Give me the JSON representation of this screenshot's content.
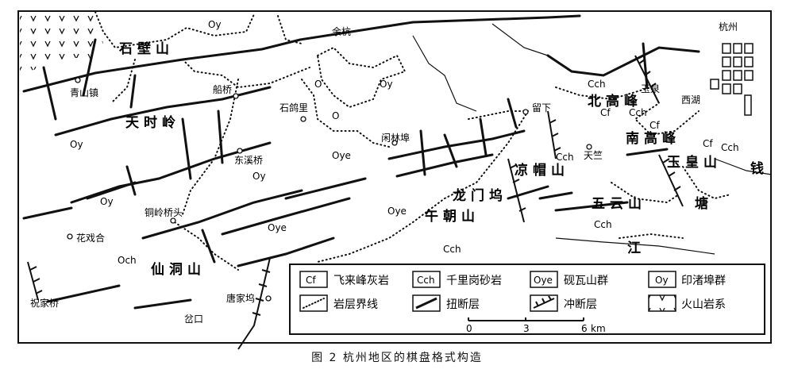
{
  "caption": "图 2   杭州地区的棋盘格式构造",
  "places": {
    "yuhang": "余杭",
    "hangzhou": "杭州",
    "qingshanzhen": "青山镇",
    "chuanqiao": "船桥",
    "shigeli": "石鸽里",
    "dongxiqiao": "东溪桥",
    "xianlinbu": "闲林埠",
    "liuxia": "留下",
    "yuquan": "玉泉",
    "xihu": "西湖",
    "tianzhu": "天竺",
    "tonglingqiaotou": "铜岭桥头",
    "huaxihe": "花戏合",
    "zhujiaqiao": "祝家桥",
    "tangjiawu": "唐家坞",
    "chakou": "岔口"
  },
  "mountains": {
    "shibishan": "石壁山",
    "tianshiling": "天时岭",
    "beigaofeng": "北高峰",
    "nangaofeng": "南高峰",
    "yuhuangshan": "玉皇山",
    "liangmaoshan": "凉帽山",
    "longmenwu": "龙门坞",
    "wuchaoshan": "午朝山",
    "wuyunshan": "五云山",
    "xiandongshan": "仙洞山",
    "qiantangjiang": [
      "钱",
      "塘",
      "江"
    ]
  },
  "unit_symbols": {
    "oy": "Oy",
    "oye": "Oye",
    "och": "Och",
    "cch": "Cch",
    "cf": "Cf",
    "o": "O"
  },
  "legend": {
    "cf": {
      "code": "Cf",
      "label": "飞来峰灰岩"
    },
    "cch": {
      "code": "Cch",
      "label": "千里岗砂岩"
    },
    "oye": {
      "code": "Oye",
      "label": "砚瓦山群"
    },
    "oy": {
      "code": "Oy",
      "label": "印渚埠群"
    },
    "boundary": {
      "label": "岩层界线"
    },
    "wrench": {
      "label": "扭断层"
    },
    "thrust": {
      "label": "冲断层"
    },
    "volcanic": {
      "label": "火山岩系"
    },
    "scale": {
      "ticks": [
        "0",
        "3",
        "6"
      ],
      "unit": "km"
    }
  }
}
